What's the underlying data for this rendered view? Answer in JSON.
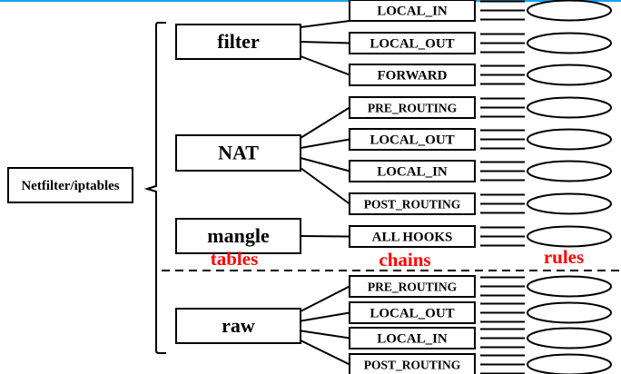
{
  "diagram": {
    "root": {
      "label": "Netfilter/iptables"
    },
    "tables": [
      {
        "name": "filter",
        "chains": [
          "LOCAL_IN",
          "LOCAL_OUT",
          "FORWARD"
        ]
      },
      {
        "name": "NAT",
        "chains": [
          "PRE_ROUTING",
          "LOCAL_OUT",
          "LOCAL_IN",
          "POST_ROUTING"
        ]
      },
      {
        "name": "mangle",
        "chains": [
          "ALL HOOKS"
        ]
      },
      {
        "name": "raw",
        "chains": [
          "PRE_ROUTING",
          "LOCAL_OUT",
          "LOCAL_IN",
          "POST_ROUTING"
        ]
      }
    ],
    "column_labels": {
      "tables": "tables",
      "chains": "chains",
      "rules": "rules"
    },
    "colors": {
      "column_label": "#ff0000",
      "top_accent": "#1aa3e8",
      "stroke": "#000000"
    }
  }
}
